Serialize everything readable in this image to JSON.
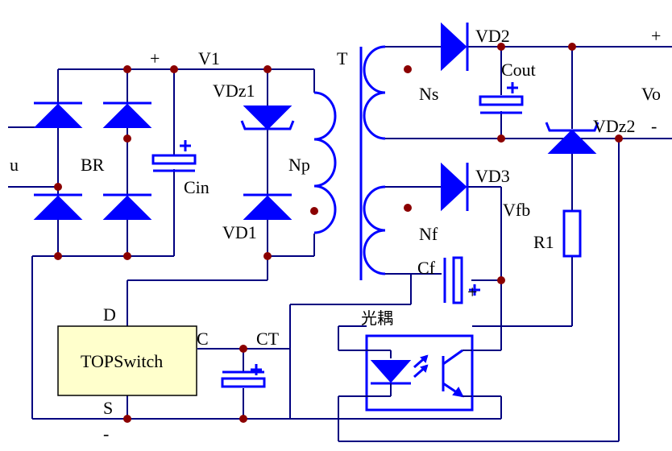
{
  "labels": {
    "plus_top": "+",
    "v1": "V1",
    "t": "T",
    "vd2": "VD2",
    "plus_out": "+",
    "vdz1": "VDz1",
    "cout": "Cout",
    "vo": "Vo",
    "ns": "Ns",
    "vdz2": "VDz2",
    "minus_out": "-",
    "u": "u",
    "br": "BR",
    "cin": "Cin",
    "np": "Np",
    "vd3": "VD3",
    "vfb": "Vfb",
    "vd1": "VD1",
    "nf": "Nf",
    "r1": "R1",
    "cf": "Cf",
    "d": "D",
    "optocoupler": "光耦",
    "c": "C",
    "ct": "CT",
    "topswitch": "TOPSwitch",
    "s": "S",
    "minus_bottom": "-",
    "cap_plus": "+"
  },
  "colors": {
    "component": "#0000ff",
    "wire": "#000080",
    "node": "#8b0000",
    "chip_fill": "#ffffcc"
  }
}
